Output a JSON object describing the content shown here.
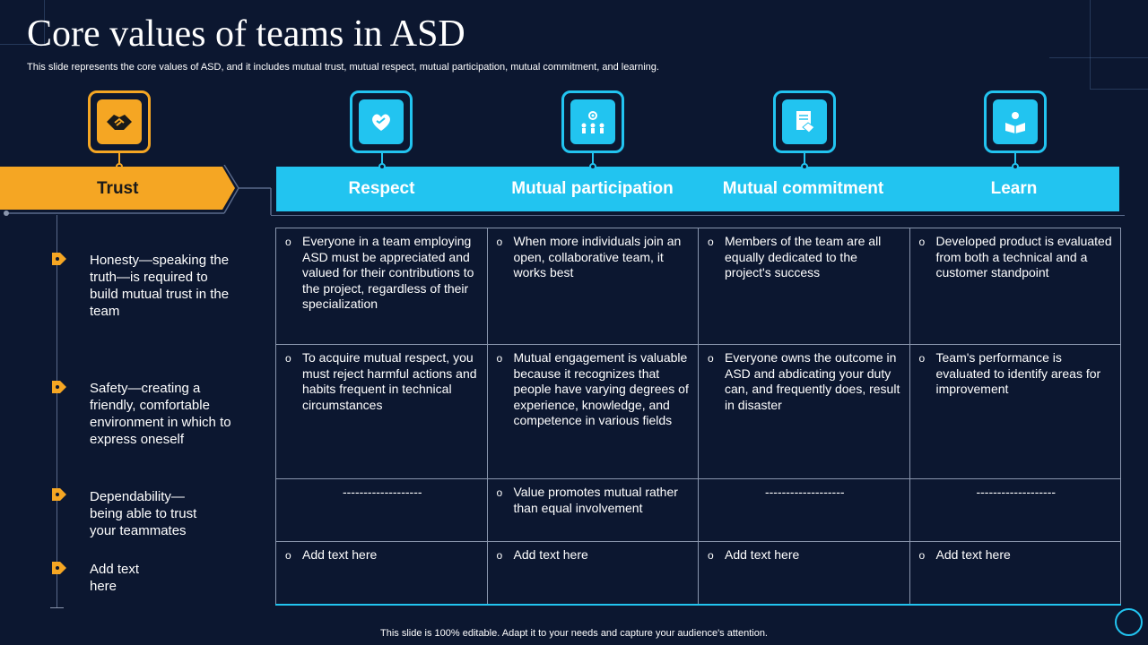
{
  "slide": {
    "title": "Core values of teams in ASD",
    "subtitle": "This slide represents the core values of ASD,  and it includes mutual trust, mutual respect, mutual participation, mutual commitment, and learning.",
    "footer": "This slide is 100% editable. Adapt it to your needs and capture your audience's attention."
  },
  "colors": {
    "background": "#0c1730",
    "accent_blue": "#22c4f0",
    "accent_orange": "#f5a623",
    "grid_line": "#8a96ad"
  },
  "trust": {
    "label": "Trust",
    "icon": "handshake-icon",
    "items": [
      "Honesty—speaking the truth—is required to build mutual trust in the team",
      "Safety—creating a friendly,  comfortable environment  in which to express oneself",
      "Dependability— being able to trust your teammates",
      "Add text here"
    ]
  },
  "columns": [
    {
      "label": "Respect",
      "icon": "heart-hands-icon"
    },
    {
      "label": "Mutual participation",
      "icon": "team-gear-icon"
    },
    {
      "label": "Mutual commitment",
      "icon": "contract-handshake-icon"
    },
    {
      "label": "Learn",
      "icon": "reading-person-icon"
    }
  ],
  "table": {
    "bullet": "o",
    "rows": [
      [
        "Everyone in a team employing ASD must be appreciated and valued for their contributions to the project, regardless of their specialization",
        "When more individuals join an open, collaborative team, it works best",
        "Members of the team are all equally dedicated to the project's success",
        "Developed product is evaluated from both a technical and a customer standpoint"
      ],
      [
        "To acquire mutual respect, you must reject harmful actions and habits frequent in technical circumstances",
        "Mutual engagement is valuable because it recognizes that people have varying degrees of experience, knowledge, and competence in various fields",
        "Everyone owns the outcome in ASD and abdicating your duty can, and frequently does, result in disaster",
        " Team's performance is evaluated to identify areas for improvement"
      ],
      [
        "-------------------",
        "Value promotes mutual rather than equal involvement",
        "-------------------",
        "-------------------"
      ],
      [
        "Add text here",
        "Add text here",
        "Add text here",
        "Add text here"
      ]
    ]
  }
}
